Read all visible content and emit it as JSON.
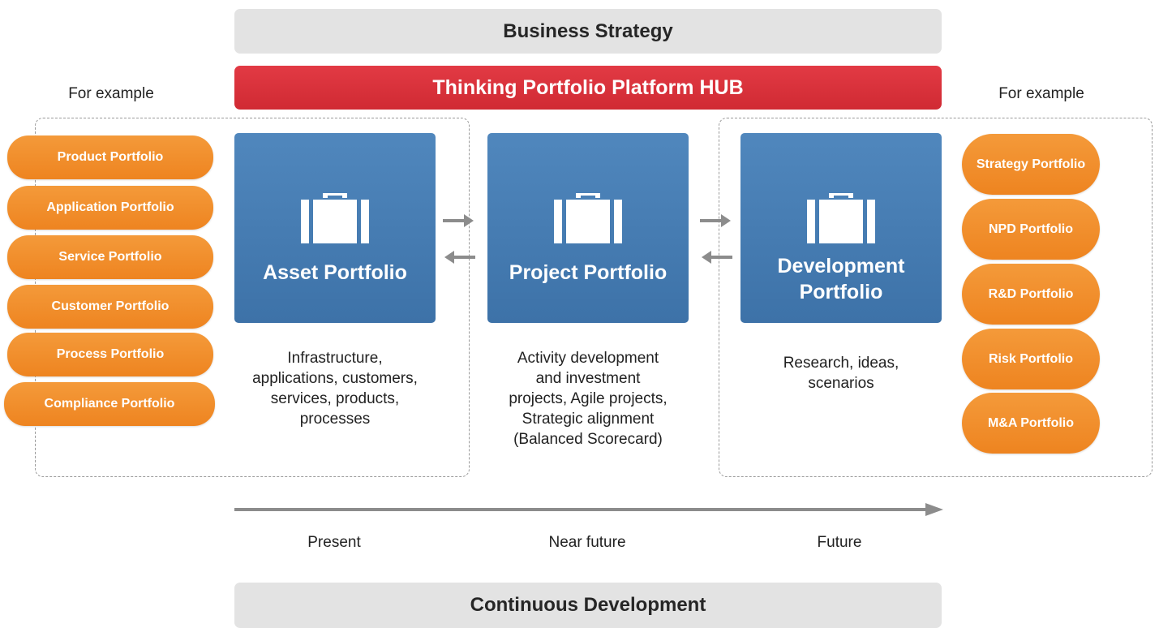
{
  "top_banner": "Business Strategy",
  "hub_banner": "Thinking Portfolio Platform HUB",
  "bottom_banner": "Continuous Development",
  "left_label": "For example",
  "right_label": "For example",
  "left_portfolios": [
    "Product Portfolio",
    "Application Portfolio",
    "Service Portfolio",
    "Customer Portfolio",
    "Process Portfolio",
    "Compliance Portfolio"
  ],
  "right_portfolios": [
    "Strategy Portfolio",
    "NPD Portfolio",
    "R&D Portfolio",
    "Risk Portfolio",
    "M&A Portfolio"
  ],
  "main_portfolios": [
    {
      "title_lines": [
        "Asset Portfolio"
      ],
      "description_lines": [
        "Infrastructure,",
        "applications, customers,",
        "services, products,",
        "processes"
      ]
    },
    {
      "title_lines": [
        "Project Portfolio"
      ],
      "description_lines": [
        "Activity development",
        "and investment",
        "projects, Agile projects,",
        "Strategic alignment",
        "(Balanced Scorecard)"
      ]
    },
    {
      "title_lines": [
        "Development",
        "Portfolio"
      ],
      "description_lines": [
        "Research, ideas,",
        "scenarios"
      ]
    }
  ],
  "timeline": [
    "Present",
    "Near future",
    "Future"
  ],
  "icons": {
    "portfolio": "briefcase-icon",
    "flow": "arrow-icon"
  },
  "colors": {
    "hub_red": "#d92f38",
    "orange": "#f28c28",
    "portfolio_blue": "#4a7fb5",
    "banner_gray": "#e3e3e3",
    "arrow_gray": "#8c8c8c"
  }
}
